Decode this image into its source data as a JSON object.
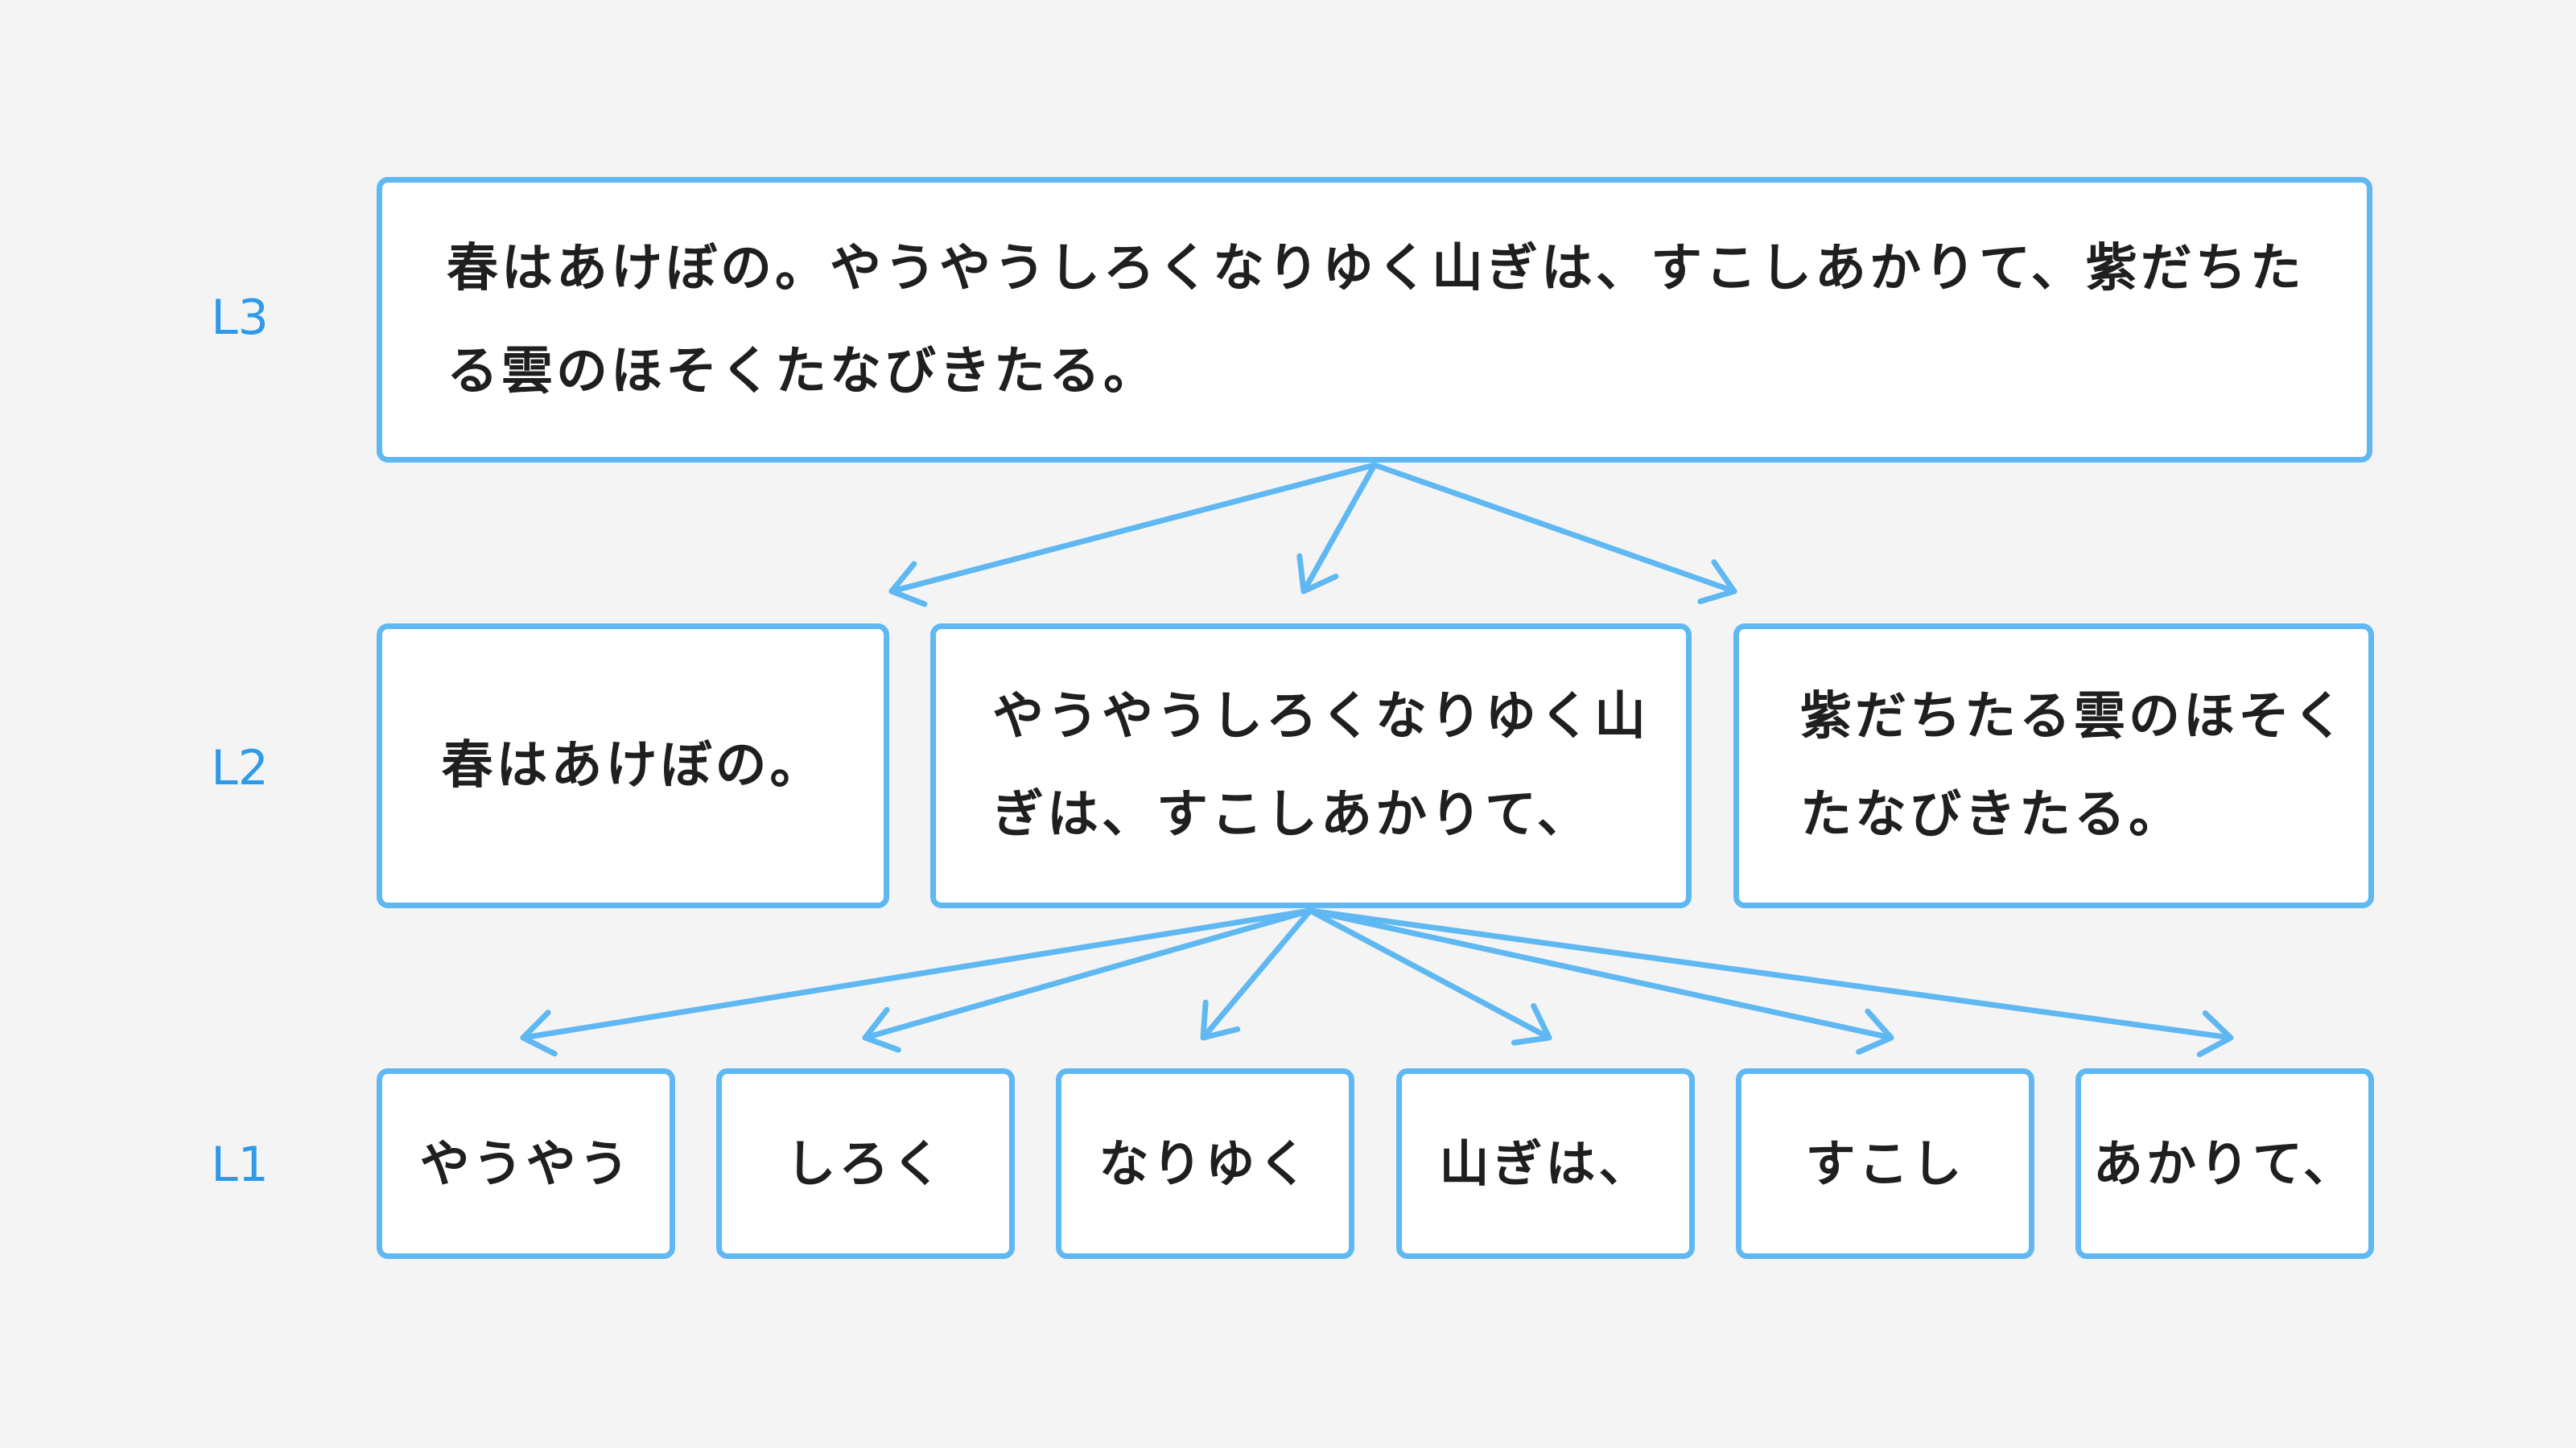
{
  "diagram": {
    "accent_color": "#5fb8f2",
    "label_color": "#2f9be8",
    "levels": [
      {
        "label": "L3"
      },
      {
        "label": "L2"
      },
      {
        "label": "L1"
      }
    ],
    "l3": {
      "text": "春はあけぼの。やうやうしろくなりゆく山ぎは、すこしあかりて、紫だちたる雲のほそくたなびきたる。"
    },
    "l2": [
      {
        "text": "春はあけぼの。"
      },
      {
        "text": "やうやうしろくなりゆく山ぎは、すこしあかりて、"
      },
      {
        "text": "紫だちたる雲のほそくたなびきたる。"
      }
    ],
    "l1": [
      {
        "text": "やうやう"
      },
      {
        "text": "しろく"
      },
      {
        "text": "なりゆく"
      },
      {
        "text": "山ぎは、"
      },
      {
        "text": "すこし"
      },
      {
        "text": "あかりて、"
      }
    ]
  }
}
